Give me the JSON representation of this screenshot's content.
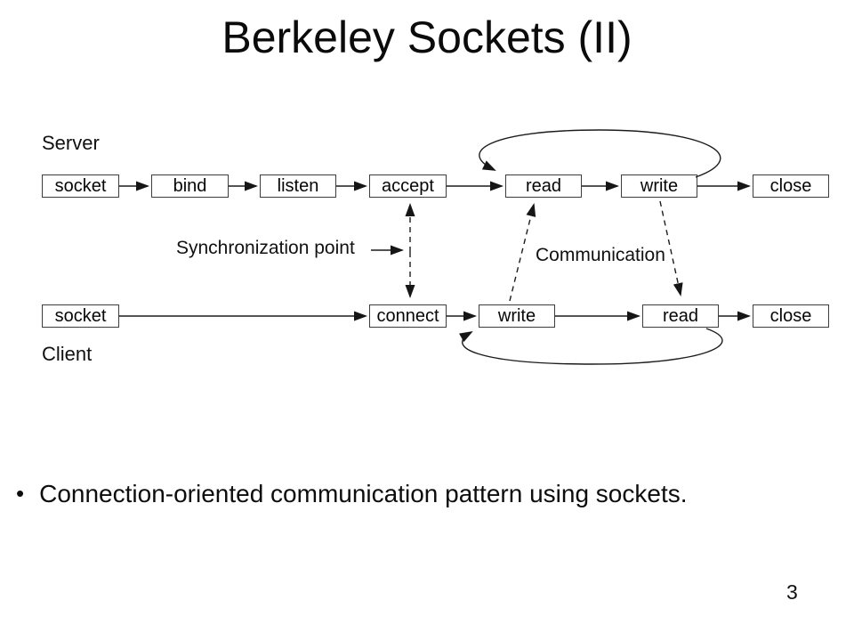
{
  "slide": {
    "title": "Berkeley Sockets (II)",
    "page_number": "3",
    "bullet": {
      "glyph": "•",
      "text": "Connection-oriented communication pattern using sockets."
    },
    "colors": {
      "background": "#ffffff",
      "text": "#0a0a0a",
      "diagram_lines": "#1c1c1c",
      "box_border": "#3c3c3c"
    }
  },
  "diagram": {
    "server_label": "Server",
    "client_label": "Client",
    "sync_point_label": "Synchronization point",
    "communication_label": "Communication",
    "server_flow": [
      "socket",
      "bind",
      "listen",
      "accept",
      "read",
      "write",
      "close"
    ],
    "client_flow": [
      "socket",
      "connect",
      "write",
      "read",
      "close"
    ]
  }
}
